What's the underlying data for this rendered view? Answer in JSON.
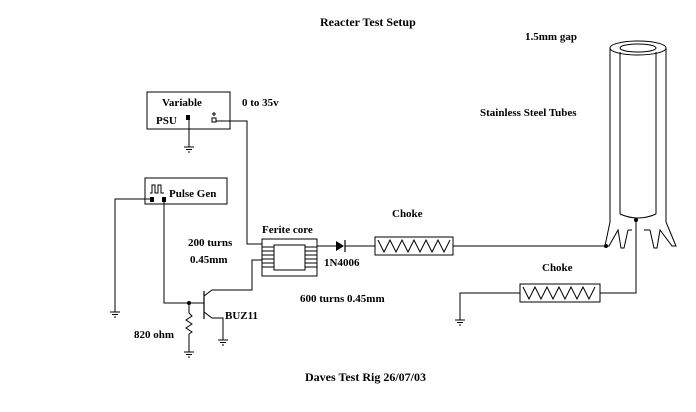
{
  "title": "Reacter Test Setup",
  "footer": "Daves Test Rig 26/07/03",
  "psu": {
    "line1": "Variable",
    "line2": "PSU",
    "range": "0 to 35v"
  },
  "pulse_gen": {
    "label": "Pulse Gen"
  },
  "transformer": {
    "label": "Ferite core",
    "primary_line1": "200 turns",
    "primary_line2": "0.45mm",
    "secondary": "600 turns 0.45mm"
  },
  "diode": {
    "label": "1N4006"
  },
  "choke1": {
    "label": "Choke"
  },
  "choke2": {
    "label": "Choke"
  },
  "mosfet": {
    "label": "BUZ11"
  },
  "resistor": {
    "label": "820 ohm"
  },
  "tubes": {
    "label": "Stainless  Steel Tubes",
    "gap": "1.5mm gap"
  }
}
